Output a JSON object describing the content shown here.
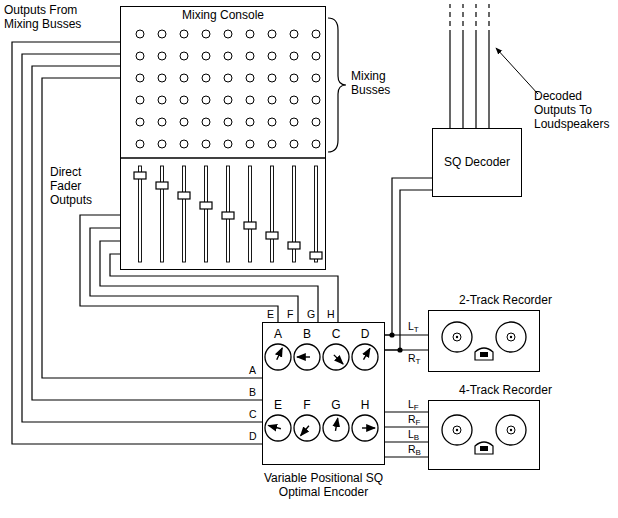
{
  "diagram": {
    "nodes": [
      {
        "text": [
          "Mixing Console"
        ]
      },
      {
        "text": [
          "SQ Decoder"
        ]
      },
      {
        "text": [
          "2-Track Recorder"
        ]
      },
      {
        "text": [
          "Variable Positional SQ Optimal Encoder"
        ]
      },
      {
        "text": [
          "4-Track Recorder"
        ]
      }
    ],
    "edges": [
      {
        "from": 0,
        "to": 3,
        "arrow": "none",
        "label": "A"
      },
      {
        "from": 0,
        "to": 3,
        "arrow": "none",
        "label": "B"
      },
      {
        "from": 0,
        "to": 3,
        "arrow": "none",
        "label": "C"
      },
      {
        "from": 0,
        "to": 3,
        "arrow": "none",
        "label": "D"
      },
      {
        "from": 0,
        "to": 3,
        "arrow": "none",
        "label": "E"
      },
      {
        "from": 0,
        "to": 3,
        "arrow": "none",
        "label": "F"
      },
      {
        "from": 0,
        "to": 3,
        "arrow": "none",
        "label": "G"
      },
      {
        "from": 0,
        "to": 3,
        "arrow": "none",
        "label": "H"
      },
      {
        "from": 3,
        "to": 2,
        "arrow": "none",
        "label": "LT"
      },
      {
        "from": 3,
        "to": 2,
        "arrow": "none",
        "label": "RT"
      },
      {
        "from": 3,
        "to": 4,
        "arrow": "none",
        "label": "LF"
      },
      {
        "from": 3,
        "to": 4,
        "arrow": "none",
        "label": "RF"
      },
      {
        "from": 3,
        "to": 4,
        "arrow": "none",
        "label": "LB"
      },
      {
        "from": 3,
        "to": 4,
        "arrow": "none",
        "label": "RB"
      },
      {
        "from": 3,
        "to": 1,
        "arrow": "none"
      },
      {
        "from": 3,
        "to": 1,
        "arrow": "none"
      }
    ],
    "labels": [
      "Outputs From Mixing Busses",
      "Mixing Busses",
      "Direct Fader Outputs",
      "Decoded Outputs To Loudspeakers",
      "A",
      "B",
      "C",
      "D",
      "E",
      "F",
      "G",
      "H"
    ]
  }
}
